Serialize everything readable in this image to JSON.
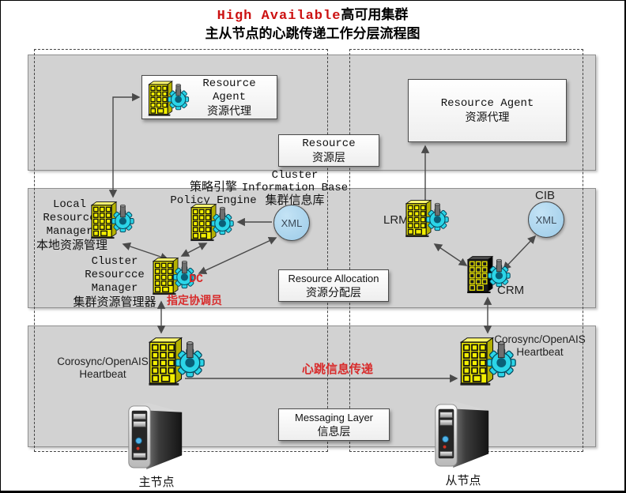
{
  "title": {
    "red": "High Available",
    "black": "高可用集群",
    "subtitle": "主从节点的心跳传递工作分层流程图"
  },
  "layers": {
    "resource": {
      "en": "Resource",
      "zh": "资源层"
    },
    "allocation": {
      "en": "Resource Allocation",
      "zh": "资源分配层"
    },
    "messaging": {
      "en": "Messaging Layer",
      "zh": "信息层"
    }
  },
  "nodes": {
    "ra_left": {
      "en": "Resource Agent",
      "zh": "资源代理"
    },
    "ra_right": {
      "en": "Resource Agent",
      "zh": "资源代理"
    },
    "lrm_left": {
      "l1": "Local",
      "l2": "Resource",
      "l3": "Manager",
      "zh": "本地资源管理"
    },
    "pe": {
      "zh": "策略引擎",
      "en": "Policy Engine"
    },
    "cib_left": {
      "l1": "Cluster",
      "l2": "Information Base",
      "l3": "集群信息库",
      "xml": "XML"
    },
    "crm_left": {
      "l1": "Cluster",
      "l2": "Resourcce",
      "l3": "Manager",
      "zh": "集群资源管理器"
    },
    "dc": {
      "en": "DC",
      "zh": "指定协调员"
    },
    "lrm_right": {
      "label": "LRM"
    },
    "cib_right": {
      "label": "CIB",
      "xml": "XML"
    },
    "crm_right": {
      "label": "CRM"
    },
    "corosync_left": {
      "l1": "Corosync/OpenAIS",
      "l2": "Heartbeat"
    },
    "corosync_right": {
      "l1": "Corosync/OpenAIS",
      "l2": "Heartbeat"
    }
  },
  "flows": {
    "heartbeat": "心跳信息传递"
  },
  "servers": {
    "master": "主节点",
    "slave": "从节点"
  },
  "colors": {
    "accent_red": "#cc1111",
    "band_fill": "#d2d2d2",
    "building_yellow": "#f2ee00",
    "gear_cyan": "#2bd5e8",
    "xml_blue": "#a8d3ec"
  }
}
